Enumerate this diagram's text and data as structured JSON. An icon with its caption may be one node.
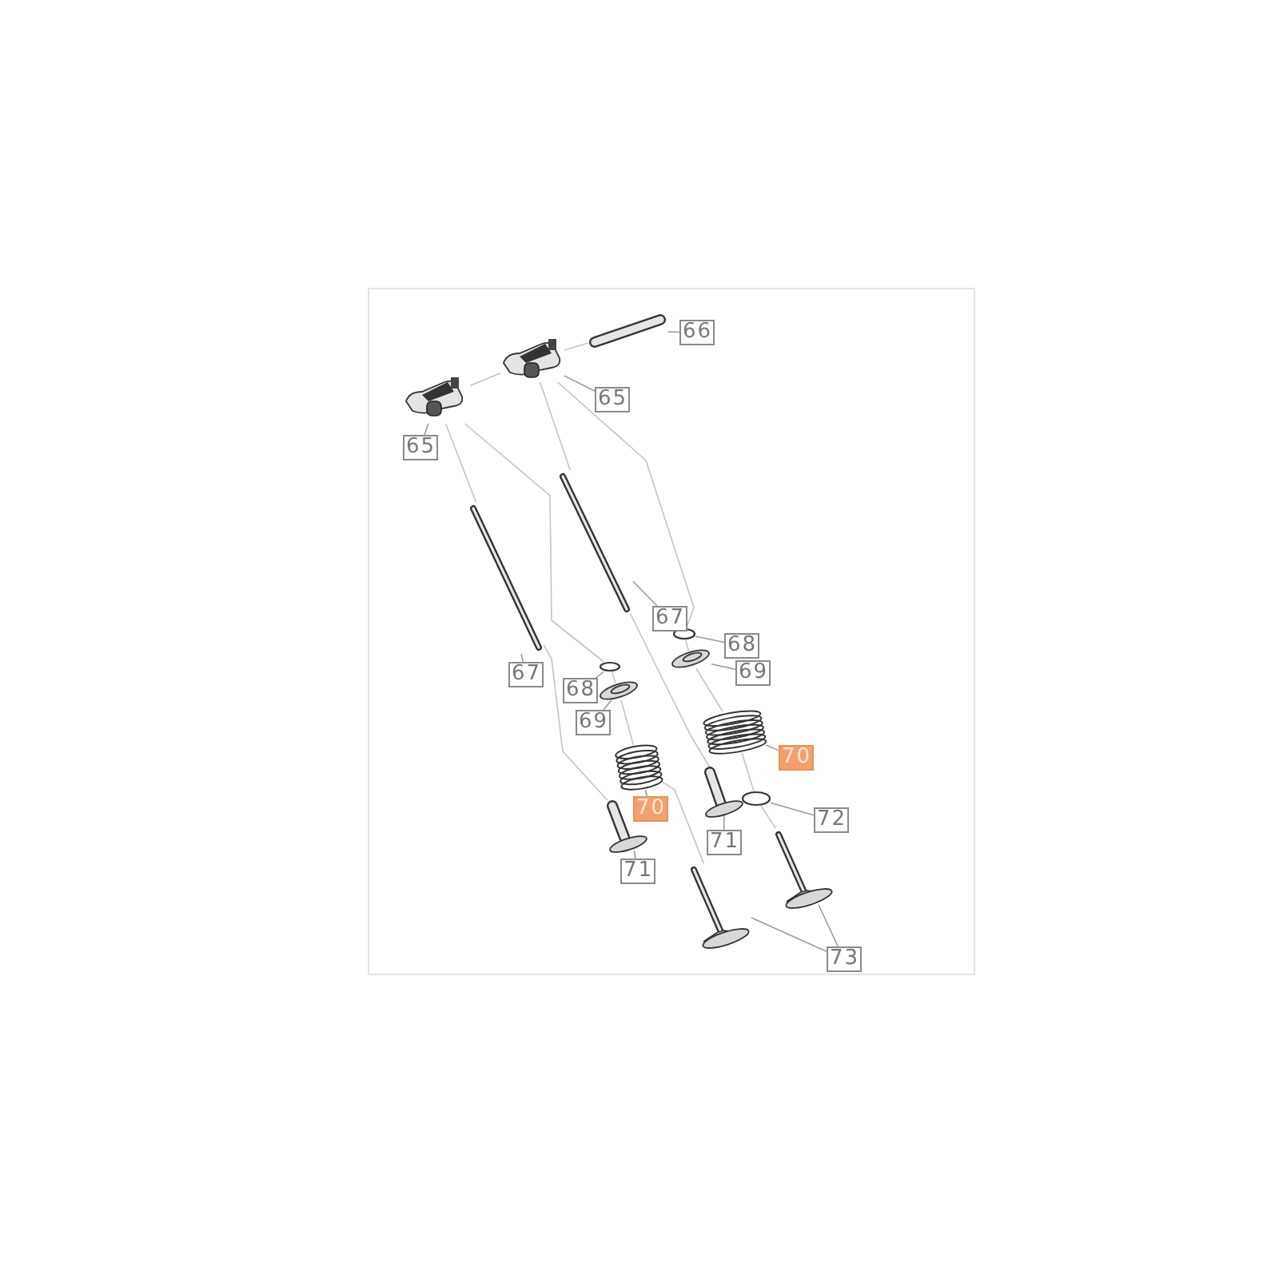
{
  "diagram": {
    "nodes": [
      {
        "text": [
          "66"
        ]
      },
      {
        "text": [
          "65"
        ]
      },
      {
        "text": [
          "65"
        ]
      },
      {
        "text": [
          "67"
        ]
      },
      {
        "text": [
          "68"
        ]
      },
      {
        "text": [
          "69"
        ]
      },
      {
        "text": [
          "67"
        ]
      },
      {
        "text": [
          "68"
        ]
      },
      {
        "text": [
          "69"
        ]
      },
      {
        "text": [
          "70"
        ]
      },
      {
        "text": [
          "70"
        ]
      },
      {
        "text": [
          "72"
        ]
      },
      {
        "text": [
          "71"
        ]
      },
      {
        "text": [
          "71"
        ]
      },
      {
        "text": [
          "73"
        ]
      },
      {
        "text": [],
        "shape": "picture"
      },
      {
        "text": [],
        "shape": "picture"
      },
      {
        "text": [],
        "shape": "picture"
      },
      {
        "text": [],
        "shape": "picture"
      },
      {
        "text": [],
        "shape": "picture"
      },
      {
        "text": [],
        "shape": "circle"
      },
      {
        "text": [],
        "shape": "picture"
      },
      {
        "text": [],
        "shape": "picture"
      },
      {
        "text": [],
        "shape": "picture"
      },
      {
        "text": [],
        "shape": "circle"
      },
      {
        "text": [],
        "shape": "picture"
      },
      {
        "text": [],
        "shape": "circle"
      },
      {
        "text": [],
        "shape": "picture"
      },
      {
        "text": [],
        "shape": "picture"
      },
      {
        "text": [],
        "shape": "picture"
      },
      {
        "text": [],
        "shape": "picture"
      }
    ],
    "edges": [
      {
        "from": 0,
        "to": 15,
        "arrow": "none"
      },
      {
        "from": 1,
        "to": 16,
        "arrow": "none"
      },
      {
        "from": 2,
        "to": 17,
        "arrow": "none"
      },
      {
        "from": 3,
        "to": 19,
        "arrow": "none"
      },
      {
        "from": 4,
        "to": 20,
        "arrow": "none"
      },
      {
        "from": 5,
        "to": 21,
        "arrow": "none"
      },
      {
        "from": 6,
        "to": 18,
        "arrow": "none"
      },
      {
        "from": 7,
        "to": 26,
        "arrow": "none"
      },
      {
        "from": 8,
        "to": 27,
        "arrow": "none"
      },
      {
        "from": 9,
        "to": 22,
        "arrow": "none"
      },
      {
        "from": 10,
        "to": 28,
        "arrow": "none"
      },
      {
        "from": 11,
        "to": 24,
        "arrow": "none"
      },
      {
        "from": 12,
        "to": 23,
        "arrow": "none"
      },
      {
        "from": 13,
        "to": 29,
        "arrow": "none"
      },
      {
        "from": 14,
        "to": 30,
        "arrow": "none"
      },
      {
        "from": 14,
        "to": 25,
        "arrow": "none"
      },
      {
        "from": 17,
        "to": 16,
        "arrow": "none",
        "color": "#c4c4c4"
      },
      {
        "from": 16,
        "to": 15,
        "arrow": "none",
        "color": "#c4c4c4"
      },
      {
        "from": 17,
        "to": 18,
        "arrow": "none",
        "color": "#c4c4c4"
      },
      {
        "from": 18,
        "to": 29,
        "arrow": "none",
        "color": "#c4c4c4"
      },
      {
        "from": 17,
        "to": 26,
        "arrow": "none",
        "color": "#c4c4c4"
      },
      {
        "from": 26,
        "to": 27,
        "arrow": "none",
        "color": "#c4c4c4"
      },
      {
        "from": 27,
        "to": 28,
        "arrow": "none",
        "color": "#c4c4c4"
      },
      {
        "from": 28,
        "to": 30,
        "arrow": "none",
        "color": "#c4c4c4"
      },
      {
        "from": 16,
        "to": 19,
        "arrow": "none",
        "color": "#c4c4c4"
      },
      {
        "from": 19,
        "to": 23,
        "arrow": "none",
        "color": "#c4c4c4"
      },
      {
        "from": 16,
        "to": 20,
        "arrow": "none",
        "color": "#c4c4c4"
      },
      {
        "from": 20,
        "to": 21,
        "arrow": "none",
        "color": "#c4c4c4"
      },
      {
        "from": 21,
        "to": 22,
        "arrow": "none",
        "color": "#c4c4c4"
      },
      {
        "from": 22,
        "to": 24,
        "arrow": "none",
        "color": "#c4c4c4"
      },
      {
        "from": 24,
        "to": 25,
        "arrow": "none",
        "color": "#c4c4c4"
      }
    ]
  }
}
